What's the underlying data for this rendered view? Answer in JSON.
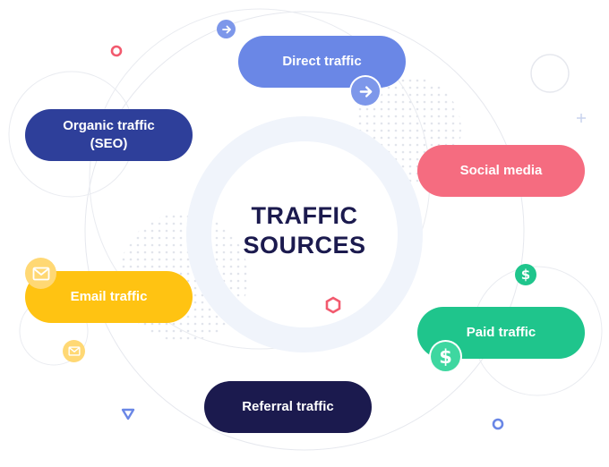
{
  "center": {
    "title": "TRAFFIC\nSOURCES",
    "color": "#1b1a4e"
  },
  "nodes": {
    "direct": {
      "label": "Direct traffic",
      "color": "#6a87e6"
    },
    "organic": {
      "label": "Organic traffic\n(SEO)",
      "color": "#2e3f9a"
    },
    "social": {
      "label": "Social media",
      "color": "#f56c80"
    },
    "email": {
      "label": "Email traffic",
      "color": "#ffc312"
    },
    "paid": {
      "label": "Paid traffic",
      "color": "#1fc58c"
    },
    "referral": {
      "label": "Referral traffic",
      "color": "#1b1a4e"
    }
  },
  "icons": {
    "arrow": "arrow-right-icon",
    "mail": "mail-icon",
    "dollar": "dollar-icon",
    "dollar_symbol": "$"
  },
  "decor": {
    "ring_color": "#f0f4fb",
    "line_color": "#e4e7ee",
    "dot_color": "#d9dde6",
    "red": "#f25a6e",
    "blue": "#6a87e6"
  }
}
